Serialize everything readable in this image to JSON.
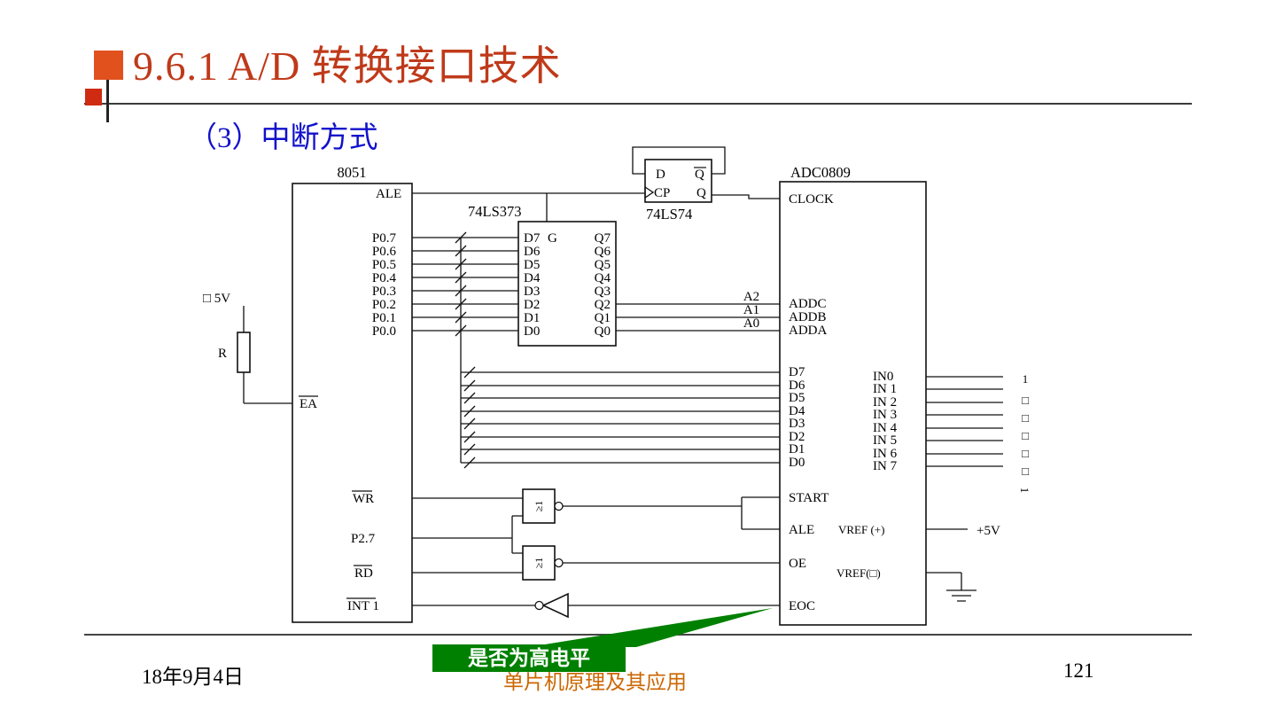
{
  "slide": {
    "title": "9.6.1  A/D 转换接口技术",
    "subtitle": "（3）中断方式",
    "callout": "是否为高电平",
    "footer": {
      "date": "18年9月4日",
      "center": "单片机原理及其应用",
      "page": "121"
    }
  },
  "colors": {
    "title": "#bf3a1a",
    "subtitle": "#1111cc",
    "callout_bg": "#008000",
    "callout_text": "#ffffff",
    "footer_center": "#cc6600",
    "decor_square_large": "#e1511e",
    "decor_square_small": "#cf2b12"
  },
  "circuit": {
    "mcu": {
      "label": "8051",
      "pins": {
        "ale": "ALE",
        "p07": "P0.7",
        "p06": "P0.6",
        "p05": "P0.5",
        "p04": "P0.4",
        "p03": "P0.3",
        "p02": "P0.2",
        "p01": "P0.1",
        "p00": "P0.0",
        "ea": "EA",
        "wr": "WR",
        "p27": "P2.7",
        "rd": "RD",
        "int1": "INT 1"
      }
    },
    "latch": {
      "label": "74LS373",
      "g": "G",
      "d": [
        "D7",
        "D6",
        "D5",
        "D4",
        "D3",
        "D2",
        "D1",
        "D0"
      ],
      "q": [
        "Q7",
        "Q6",
        "Q5",
        "Q4",
        "Q3",
        "Q2",
        "Q1",
        "Q0"
      ]
    },
    "flipflop": {
      "label": "74LS74",
      "pins": {
        "d": "D",
        "qbar": "Q",
        "cp": "CP",
        "q": "Q"
      }
    },
    "adc": {
      "label": "ADC0809",
      "pins_left": {
        "clock": "CLOCK",
        "addc": "ADDC",
        "addb": "ADDB",
        "adda": "ADDA",
        "start": "START",
        "ale": "ALE",
        "oe": "OE",
        "eoc": "EOC"
      },
      "data": [
        "D7",
        "D6",
        "D5",
        "D4",
        "D3",
        "D2",
        "D1",
        "D0"
      ],
      "inputs": [
        "IN0",
        "IN 1",
        "IN 2",
        "IN 3",
        "IN 4",
        "IN 5",
        "IN 6",
        "IN 7"
      ],
      "vref_pos": "VREF (+)",
      "vref_neg": "VREF(□)"
    },
    "address": [
      "A2",
      "A1",
      "A0"
    ],
    "power": {
      "pull5v": "□  5V",
      "r": "R",
      "plus5v": "+5V"
    },
    "gates": {
      "or1": "≥1",
      "or2": "≥1"
    },
    "channel": [
      "1",
      "□",
      "□",
      "□",
      "□",
      "□",
      "1"
    ]
  }
}
